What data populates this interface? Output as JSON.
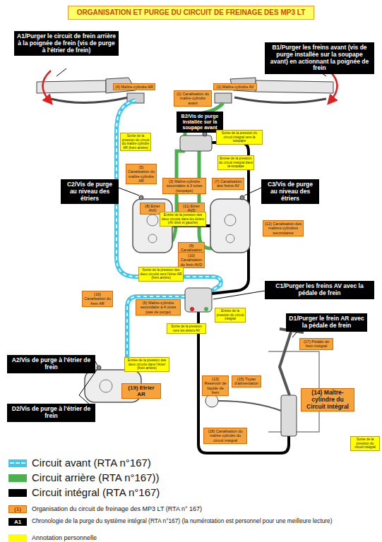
{
  "diagram": {
    "title": "ORGANISATION ET PURGE DU CIRCUIT DE FREINAGE DES MP3 LT",
    "nodes": [
      {
        "text": [
          "A1/Purger le circuit de frein arrière à la poignée de frein (vis de purge à l'étrier de frein)"
        ]
      },
      {
        "text": [
          "B1/Purger les freins avant (vis de purge installée sur la soupape avant) en actionnant la poignée de frein"
        ]
      },
      {
        "text": [
          "(4) Maître-cylindre AR"
        ]
      },
      {
        "text": [
          "(2) Canalisation du maître-cylindre avant"
        ]
      },
      {
        "text": [
          "(1) Maître-cylindre AV"
        ]
      },
      {
        "text": [
          "B2/Vis de purge installée sur la soupape avant"
        ]
      },
      {
        "text": [
          "Sortie de la pression du circuit du maître-cylindre AR (frein arrière)"
        ]
      },
      {
        "text": [
          "Sortie de la pression du circuit intégral vers la soupape"
        ]
      },
      {
        "text": [
          "Entrée de la pression du circuit intégral dans la soupape"
        ]
      },
      {
        "text": [
          "(5) Canalisation du maître-cylindre AR"
        ]
      },
      {
        "text": [
          "C2/Vis de purge au niveau des étriers"
        ]
      },
      {
        "text": [
          "(3) Maître-cylindre secondaire à 3 voies (soupape)"
        ]
      },
      {
        "text": [
          "(7) Canalisation des freins AV"
        ]
      },
      {
        "text": [
          "C3/Vis de purge au niveau des étriers"
        ]
      },
      {
        "text": [
          "(8) Etrier AVG"
        ]
      },
      {
        "text": [
          "(11) Etrier AVD"
        ]
      },
      {
        "text": [
          "Entrée de la pression des deux circuits dans les étriers (AV droit et gauche)"
        ]
      },
      {
        "text": [
          "(12) Canalisation des maîtres-cylindres secondaires"
        ]
      },
      {
        "text": [
          "(9) Canalisation du frein AVG"
        ]
      },
      {
        "text": [
          "(10) Canalisation du frein AVD"
        ]
      },
      {
        "text": [
          "Sortie de la pression des deux circuits vers l'étrier AR (frein arrière)"
        ]
      },
      {
        "text": [
          "C1/Purger les freins AV avec la pédale de frein"
        ]
      },
      {
        "text": [
          "(16) Canalisation du frein AR"
        ]
      },
      {
        "text": [
          "(6) Maître-cylindre secondaire à 4 voies (pas de purge)"
        ]
      },
      {
        "text": [
          "Entrée de la pression du circuit intégral"
        ]
      },
      {
        "text": [
          "D1/Purger le frein AR avec la pédale de frein"
        ]
      },
      {
        "text": [
          "Sortie de la pression vers les étriers AV"
        ]
      },
      {
        "text": [
          "(17) Pédale de frein intégral"
        ]
      },
      {
        "text": [
          "A2/Vis de purge à l'étrier de frein"
        ]
      },
      {
        "text": [
          "Entrée de la pression des deux circuits dans l'étrier (frein arrière)"
        ]
      },
      {
        "text": [
          "(13) Réservoir de liquide de frein"
        ]
      },
      {
        "text": [
          "(15) Tuyau d'alimentation"
        ]
      },
      {
        "text": [
          "(19) Etrier AR"
        ]
      },
      {
        "text": [
          "(14) Maître-cylindre du Circuit Intégral"
        ]
      },
      {
        "text": [
          "D2/Vis de purge à l'étrier de frein"
        ]
      },
      {
        "text": [
          "(18) Canalisation du maître-cylindre du circuit intégral"
        ]
      },
      {
        "text": [
          "Sortie de la pression du circuit intégral"
        ]
      }
    ],
    "labels": [
      "(1)",
      "A1"
    ],
    "legend": [
      {
        "text": "Circuit avant (RTA n°167)",
        "color": "#3cc8f0"
      },
      {
        "text": "Circuit arrière (RTA n°167))",
        "color": "#4caf50"
      },
      {
        "text": "Circuit intégral (RTA n°167)",
        "color": "#000000"
      },
      {
        "text": "Organisation du circuit de freinage des MP3 LT (RTA n° 167)",
        "color": "#f7a33c"
      },
      {
        "text": "Chronologie de la purge du système intégral (RTA n°167) (la numérotation est personnel pour une meilleure lecture)",
        "color": "#000000"
      },
      {
        "text": "Annotation personnelle",
        "color": "#ffff00"
      }
    ]
  }
}
